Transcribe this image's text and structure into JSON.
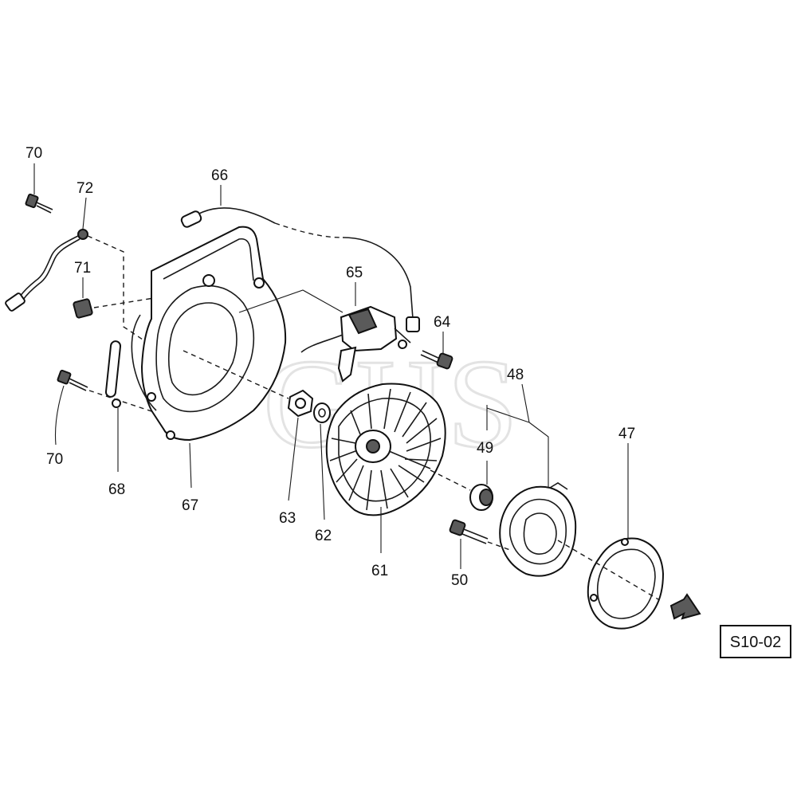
{
  "diagram": {
    "part_labels": {
      "p70a": "70",
      "p72": "72",
      "p66": "66",
      "p71": "71",
      "p65": "65",
      "p64": "64",
      "p48": "48",
      "p70b": "70",
      "p68": "68",
      "p67": "67",
      "p63": "63",
      "p62": "62",
      "p61": "61",
      "p49": "49",
      "p47": "47",
      "p50": "50"
    },
    "reference": "S10-02",
    "watermark": "GHS"
  }
}
